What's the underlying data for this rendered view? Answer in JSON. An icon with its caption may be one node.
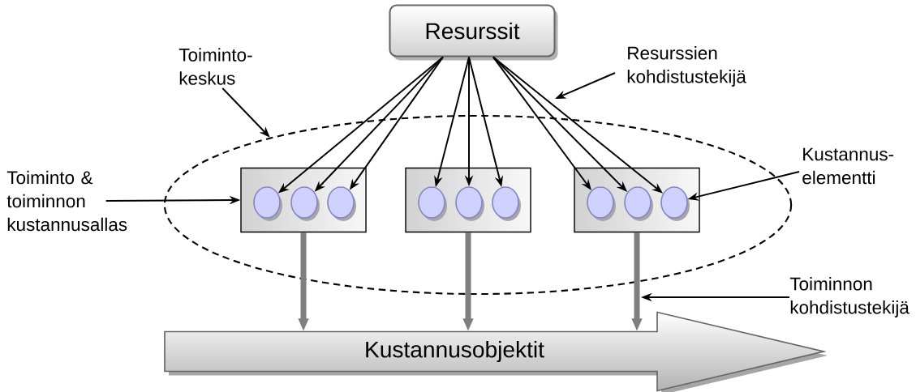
{
  "diagram": {
    "nodes": [
      {
        "text": [
          "Resurssit"
        ]
      },
      {
        "text": [],
        "shape": "ellipse"
      },
      {
        "text": [],
        "shape": "box",
        "in": 1
      },
      {
        "text": [],
        "shape": "box",
        "in": 1
      },
      {
        "text": [],
        "shape": "box",
        "in": 1
      },
      {
        "text": [],
        "shape": "circle",
        "in": 2
      },
      {
        "text": [],
        "shape": "circle",
        "in": 2
      },
      {
        "text": [],
        "shape": "circle",
        "in": 2
      },
      {
        "text": [],
        "shape": "circle",
        "in": 3
      },
      {
        "text": [],
        "shape": "circle",
        "in": 3
      },
      {
        "text": [],
        "shape": "circle",
        "in": 3
      },
      {
        "text": [],
        "shape": "circle",
        "in": 4
      },
      {
        "text": [],
        "shape": "circle",
        "in": 4
      },
      {
        "text": [],
        "shape": "circle",
        "in": 4
      },
      {
        "text": [
          "Kustannusobjektit"
        ]
      },
      {
        "text": [
          "Toiminto- keskus"
        ]
      },
      {
        "text": [
          "Resurssien kohdistustekijä"
        ]
      },
      {
        "text": [
          "Toiminto & toiminnon kustannusallas"
        ]
      },
      {
        "text": [
          "Kustannus- elementti"
        ]
      },
      {
        "text": [
          "Toiminnon kohdistustekijä"
        ]
      }
    ],
    "edges": [
      {
        "from": 0,
        "to": 5,
        "arrow": "to"
      },
      {
        "from": 0,
        "to": 6,
        "arrow": "to"
      },
      {
        "from": 0,
        "to": 7,
        "arrow": "to"
      },
      {
        "from": 0,
        "to": 8,
        "arrow": "to"
      },
      {
        "from": 0,
        "to": 9,
        "arrow": "to"
      },
      {
        "from": 0,
        "to": 10,
        "arrow": "to"
      },
      {
        "from": 0,
        "to": 11,
        "arrow": "to"
      },
      {
        "from": 0,
        "to": 12,
        "arrow": "to"
      },
      {
        "from": 0,
        "to": 13,
        "arrow": "to"
      },
      {
        "from": 2,
        "to": 14,
        "arrow": "to",
        "style": "thick",
        "color": "#7f7f7f"
      },
      {
        "from": 3,
        "to": 14,
        "arrow": "to",
        "style": "thick",
        "color": "#7f7f7f"
      },
      {
        "from": 4,
        "to": 14,
        "arrow": "to",
        "style": "thick",
        "color": "#7f7f7f"
      },
      {
        "from": 15,
        "to": 1,
        "arrow": "to"
      },
      {
        "from": 16,
        "to": null,
        "arrow": "to"
      },
      {
        "from": 17,
        "to": 2,
        "arrow": "to"
      },
      {
        "from": 18,
        "to": 13,
        "arrow": "to"
      },
      {
        "from": 19,
        "to": null,
        "arrow": "to"
      }
    ]
  }
}
